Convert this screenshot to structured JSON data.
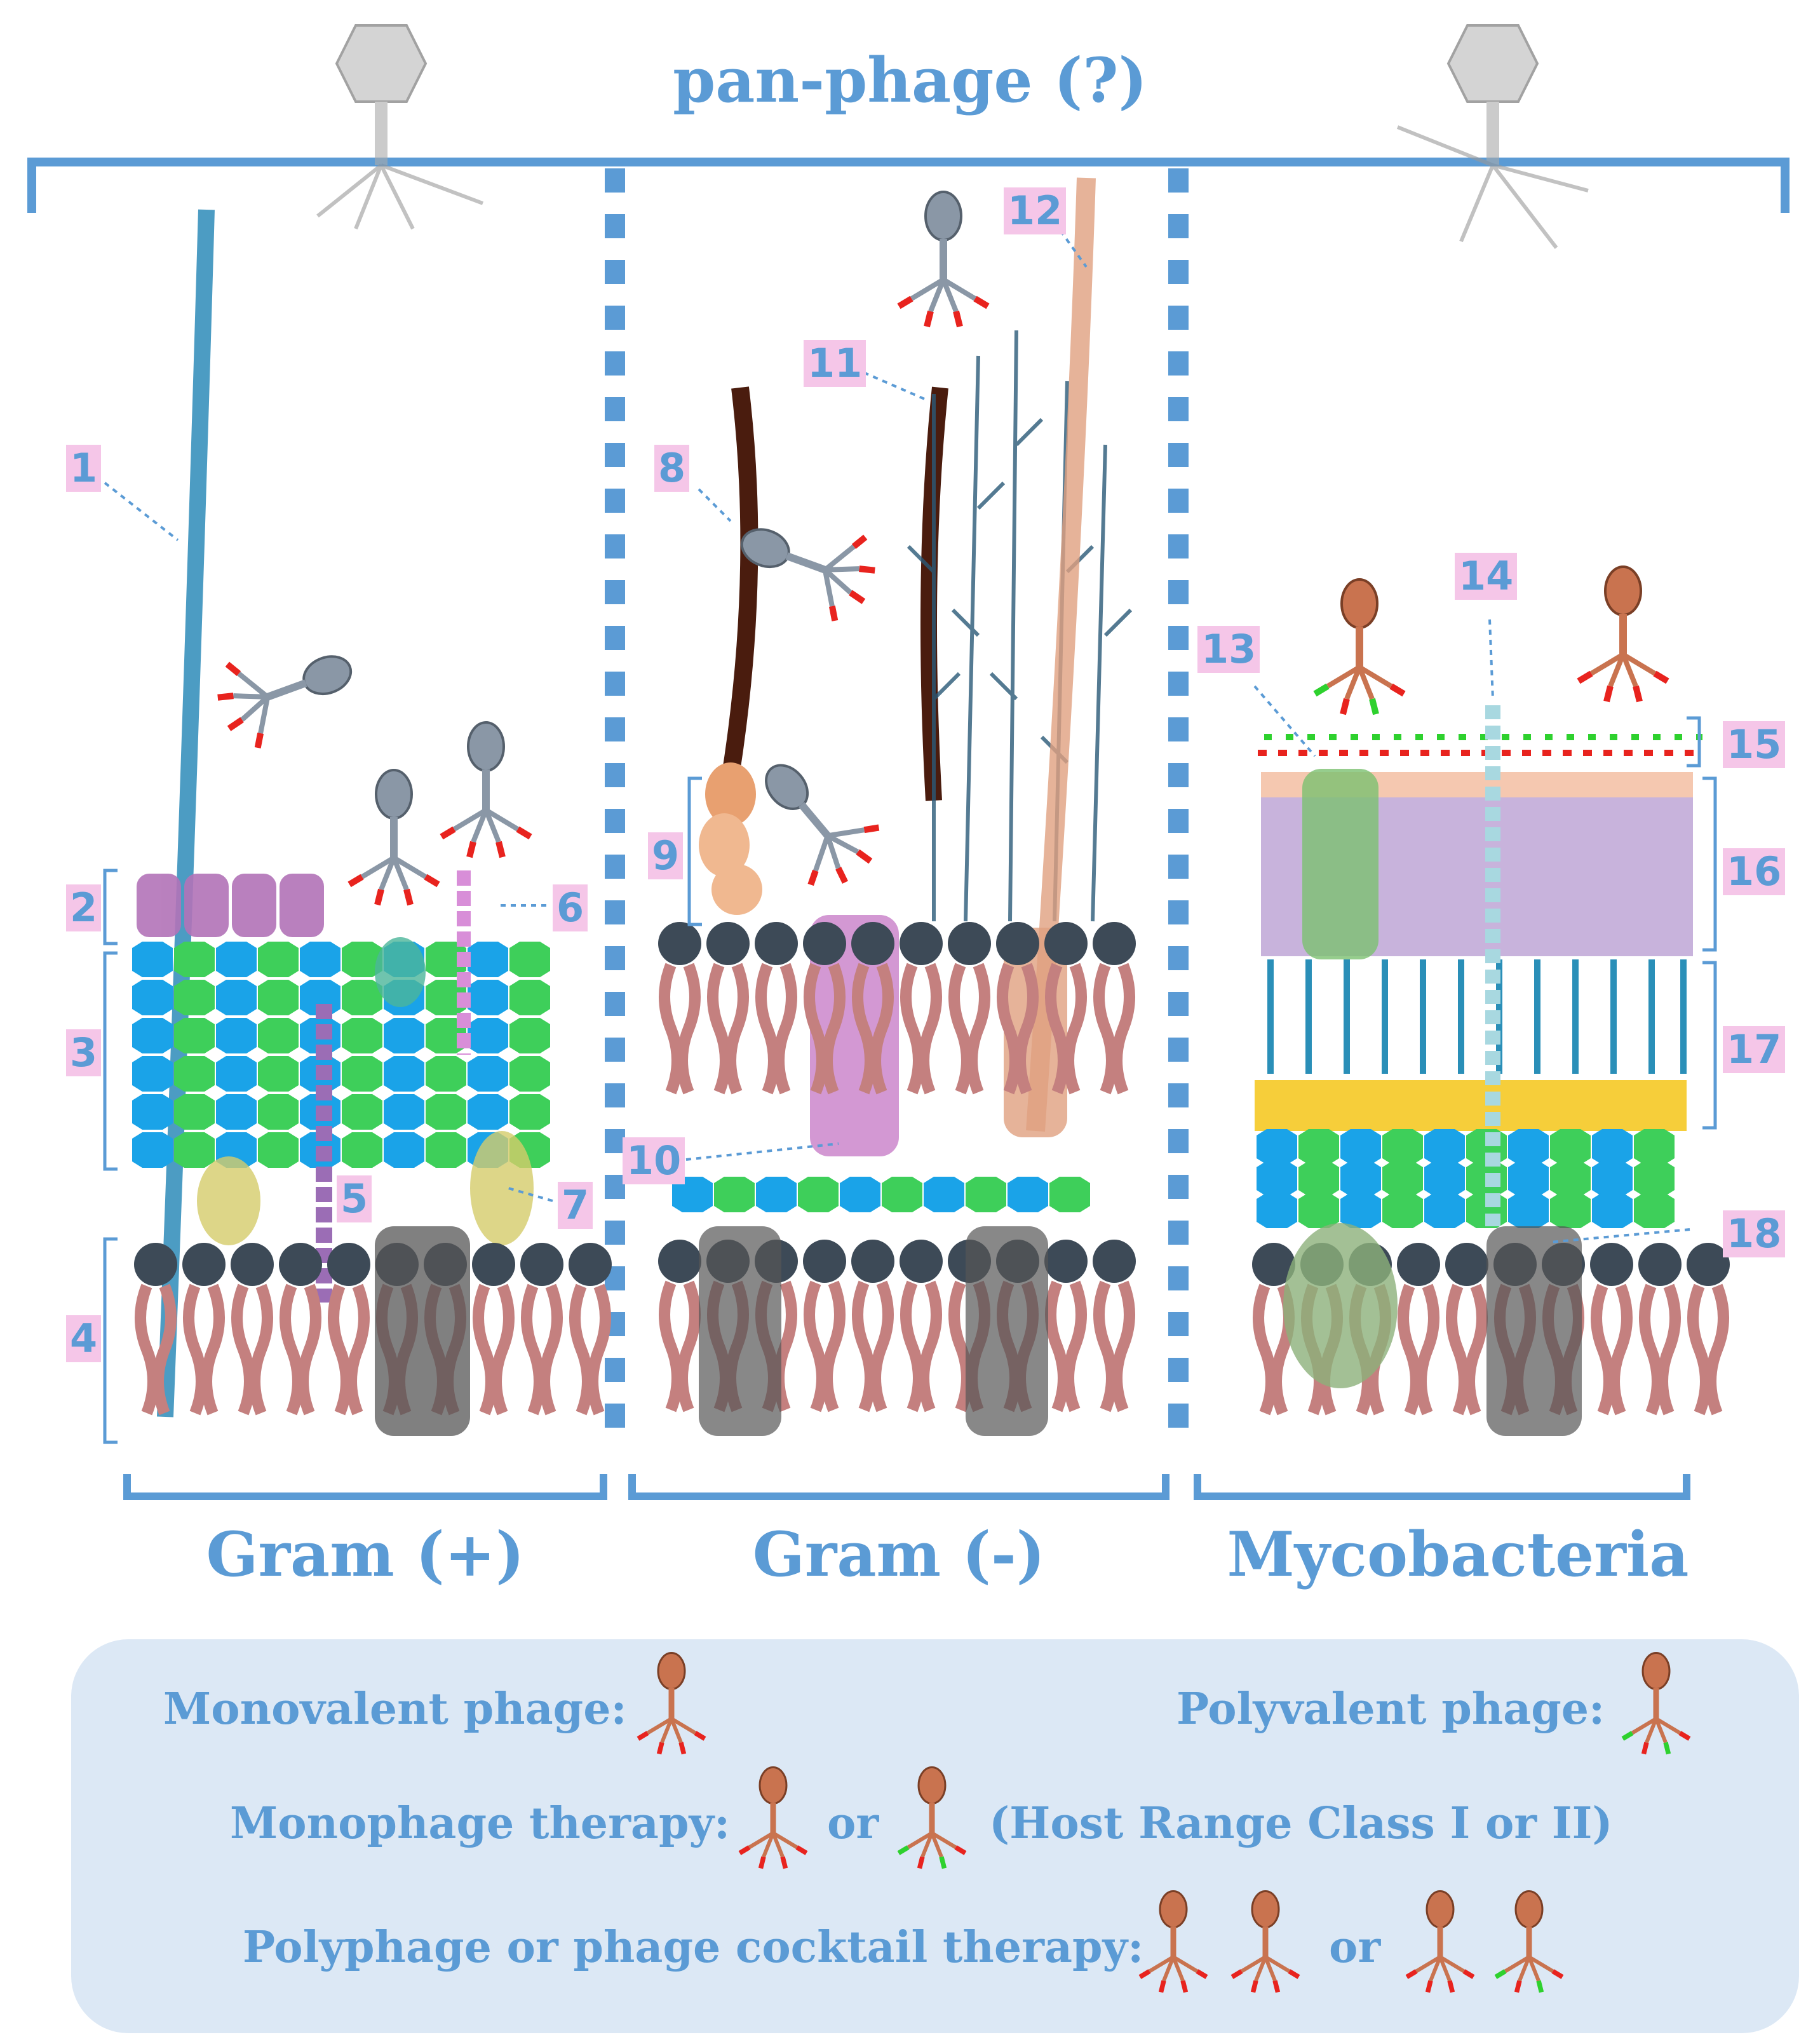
{
  "title": "pan-phage (?)",
  "groups": {
    "gram_pos": "Gram (+)",
    "gram_neg": "Gram (-)",
    "myco": "Mycobacteria"
  },
  "labels": [
    "1",
    "2",
    "3",
    "4",
    "5",
    "6",
    "7",
    "8",
    "9",
    "10",
    "11",
    "12",
    "13",
    "14",
    "15",
    "16",
    "17",
    "18"
  ],
  "legend": {
    "monovalent": "Monovalent phage:",
    "polyvalent": "Polyvalent phage:",
    "monophage": "Monophage therapy:",
    "or1": "or",
    "host_range": "(Host Range Class I or II)",
    "polyphage": "Polyphage or phage cocktail therapy:",
    "or2": "or"
  },
  "colors": {
    "accent": "#5b9bd5",
    "label_bg": "#f5c6e8",
    "legend_bg": "#dce8f5",
    "peptidoglycan_blue": "#1aa3e8",
    "peptidoglycan_green": "#3ecf5a",
    "lipid_head": "#3d4a57",
    "lipid_tail": "#c4807f",
    "receptor_red": "#e8231e",
    "receptor_green": "#2ed12e",
    "phage_orange": "#c9734f",
    "phage_gray": "#8a97a6"
  }
}
